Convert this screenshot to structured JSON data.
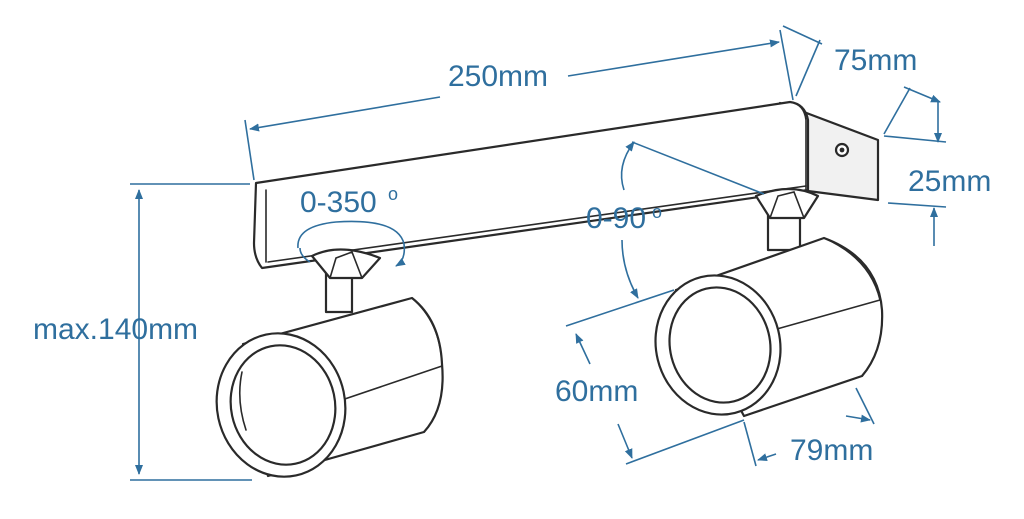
{
  "dimensions": {
    "length": "250mm",
    "width": "75mm",
    "depth": "25mm",
    "height": "max.140mm",
    "head_diameter": "60mm",
    "head_length": "79mm"
  },
  "rotation": {
    "horizontal": "0-350",
    "tilt": "0-90",
    "unit_symbol": "o"
  },
  "colors": {
    "dimension": "#2f6f9e",
    "outline": "#2a2a2a"
  }
}
